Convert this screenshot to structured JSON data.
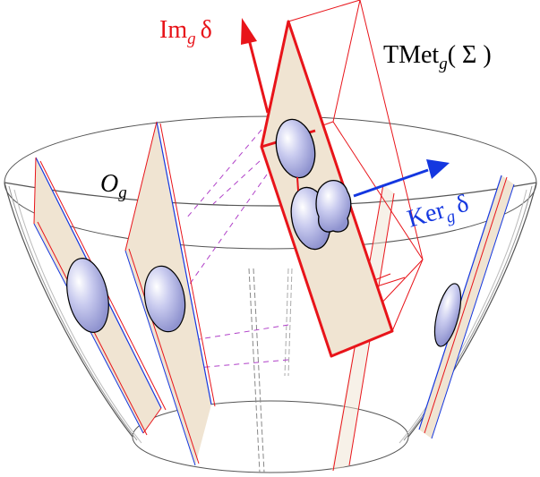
{
  "labels": {
    "image": {
      "main": "Im",
      "sub": "g",
      "tail": "δ"
    },
    "tangent_space": {
      "main": "TMet",
      "sub": "g",
      "tail": "( Σ )"
    },
    "orbit": {
      "main": "O",
      "sub": "g"
    },
    "kernel": {
      "main": "Ker",
      "sub": "g",
      "tail": "δ"
    }
  },
  "colors": {
    "image_arrow": "#e8141a",
    "kernel_arrow": "#1437e0",
    "slice_fill": "#f0e4d2",
    "ellipse_fill": "#b4b8e6",
    "cone_stroke": "#666666",
    "dashed": "#b040c8"
  }
}
